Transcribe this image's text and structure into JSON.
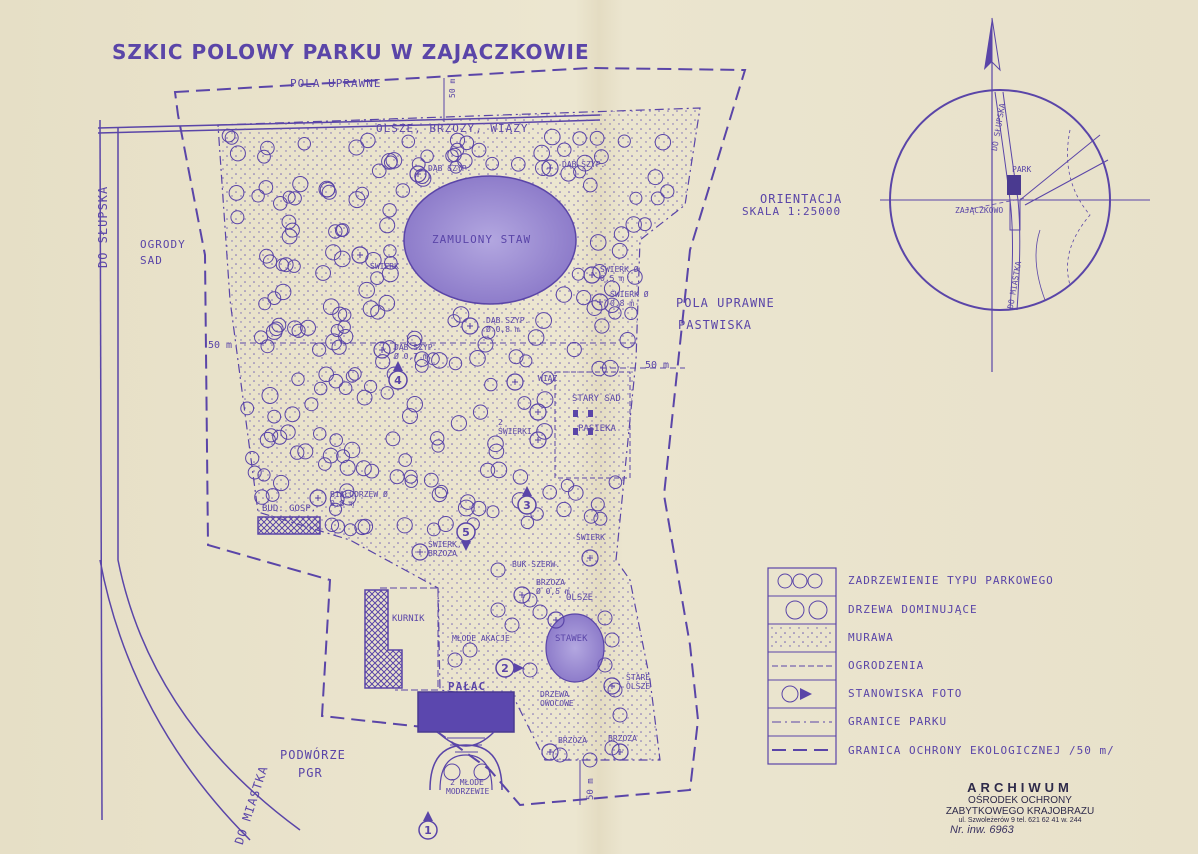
{
  "title": "SZKIC POLOWY PARKU W ZAJĄCZKOWIE",
  "labels": {
    "fields_top": "POLA UPRAWNE",
    "dist_top": "50 m",
    "road_left": "DO SŁUPSKA",
    "gardens": "OGRODY",
    "orchard_left": "SAD",
    "trees_north": "OLSZE, BRZOZY, WIĄZY",
    "oak1": "DĄB SZYP.",
    "oak2": "DĄB SZYP.",
    "pond_big": "ZAMULONY STAW",
    "spruce_w": "ŚWIERK",
    "spruce_e1": "ŚWIERK Ø 0,5 m",
    "spruce_e2": "ŚWIERK Ø 0,8 m",
    "oak3": "DĄB SZYP. Ø 0,8 m",
    "oak4": "DĄB SZYP. Ø 0,7 m",
    "fields_right": "POLA UPRAWNE",
    "pasture": "PASTWISKA",
    "dist_left": "50 m",
    "dist_right": "50 m",
    "elm": "WIĄZ",
    "old_orchard": "STARY SAD",
    "apiary": "PASIEKA",
    "two_spruces": "2 ŚWIERKI",
    "birch_poplar": "BIAŁODRZEW Ø 0,8 m",
    "farm_building": "BUD. GOSP.",
    "spruce_willow": "ŚWIERK, BRZOZA",
    "spruce_s": "ŚWIERK",
    "beech": "BUK SZERW.",
    "birch_s": "BRZOZA Ø 0,5 m",
    "alders": "OLSZE",
    "henhouse": "KURNIK",
    "young_acacias": "MŁODE AKACJE",
    "small_pond": "STAWEK",
    "old_alders": "STARE OLSZE",
    "palace": "PAŁAC",
    "fruit_trees": "DRZEWA OWOCOWE",
    "birch_a": "BRZOZA",
    "birch_b": "BRZOZA",
    "yard": "PODWÓRZE",
    "pgr": "PGR",
    "young_junipers": "2 MŁODE MODRZEWIE",
    "dist_bottom": "50 m",
    "road_bottom": "DO MIASTKA"
  },
  "photo_points": [
    "1",
    "2",
    "3",
    "4",
    "5"
  ],
  "orientation": {
    "title": "ORIENTACJA",
    "scale": "SKALA 1:25000",
    "road_up": "DO SŁUPSKA",
    "road_down": "DO MIASTKA",
    "park": "PARK",
    "village": "ZAJĄCZKOWO"
  },
  "legend": [
    "ZADRZEWIENIE TYPU PARKOWEGO",
    "DRZEWA DOMINUJĄCE",
    "MURAWA",
    "OGRODZENIA",
    "STANOWISKA FOTO",
    "GRANICE PARKU",
    "GRANICA OCHRONY EKOLOGICZNEJ /50 m/"
  ],
  "archive": {
    "name": "ARCHIWUM",
    "org1": "OŚRODEK OCHRONY",
    "org2": "ZABYTKOWEGO KRAJOBRAZU",
    "address": "ul. Szwoleżerów 9  tel. 621 62 41 w. 244",
    "inventory": "Nr. inw. 6963"
  },
  "colors": {
    "ink": "#5a45a8",
    "paper": "#e9e3cc",
    "fill": "#8a78c8"
  }
}
